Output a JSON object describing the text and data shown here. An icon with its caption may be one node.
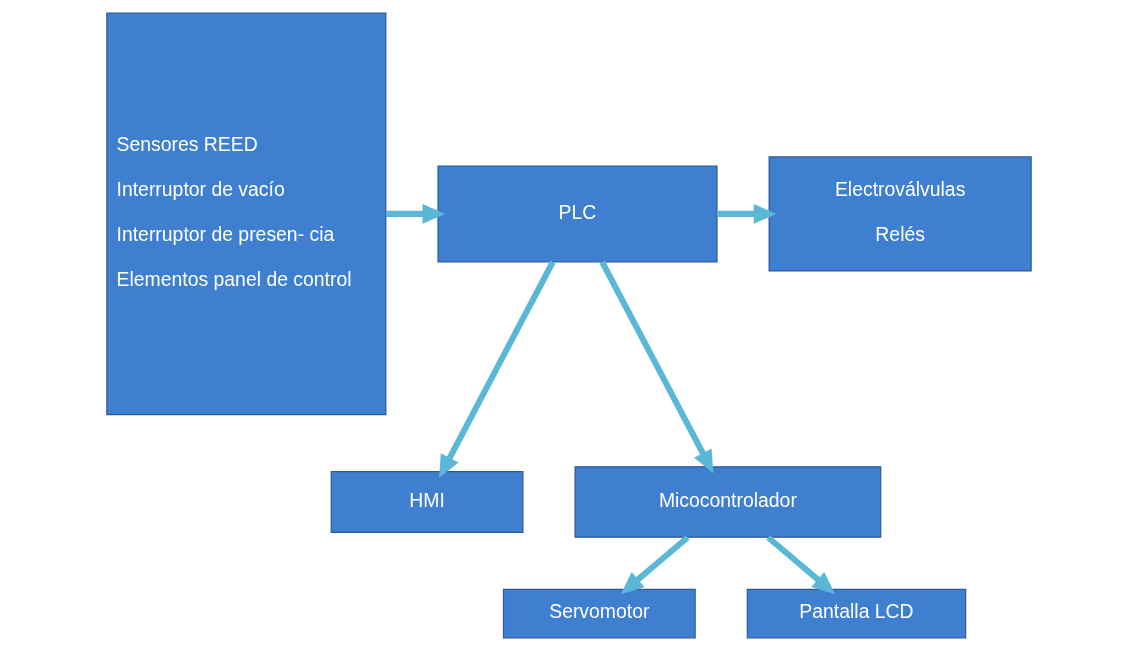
{
  "diagram": {
    "nodes": [
      {
        "text": [
          "HMI"
        ]
      },
      {
        "text": [
          "Sensores REED",
          "Interruptor de vacío",
          "Interruptor de presen- cia",
          "Elementos panel de control"
        ]
      },
      {
        "text": [
          "PLC"
        ]
      },
      {
        "text": [
          "Electroválvulas",
          "Relés"
        ]
      },
      {
        "text": [
          "Micocontrolador"
        ]
      },
      {
        "text": [
          "Servomotor"
        ]
      },
      {
        "text": [
          "Pantalla LCD"
        ]
      }
    ],
    "edges": [
      {
        "from": 2,
        "to": 0,
        "arrow": "to"
      },
      {
        "from": 1,
        "to": 2,
        "arrow": "to"
      },
      {
        "from": 2,
        "to": 3,
        "arrow": "to"
      },
      {
        "from": 2,
        "to": 4,
        "arrow": "to"
      },
      {
        "from": 4,
        "to": 5,
        "arrow": "to"
      },
      {
        "from": 4,
        "to": 6,
        "arrow": "to"
      }
    ]
  }
}
